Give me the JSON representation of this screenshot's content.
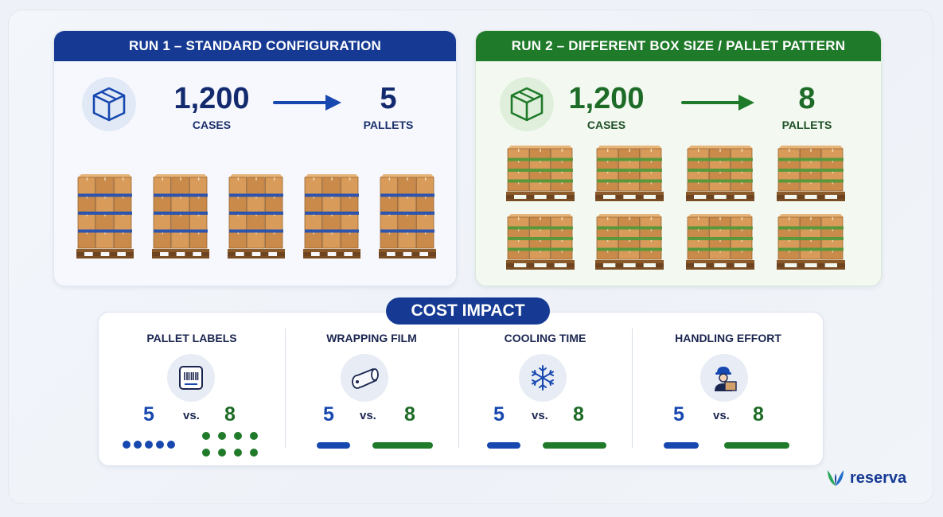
{
  "run1": {
    "title": "RUN 1 – STANDARD CONFIGURATION",
    "cases_value": "1,200",
    "cases_unit": "CASES",
    "pallets_value": "5",
    "pallets_unit": "PALLETS",
    "pallet_count": 5,
    "accent": "#163a94"
  },
  "run2": {
    "title": "RUN 2 – DIFFERENT BOX SIZE / PALLET PATTERN",
    "cases_value": "1,200",
    "cases_unit": "CASES",
    "pallets_value": "8",
    "pallets_unit": "PALLETS",
    "pallet_count": 8,
    "accent": "#1f7a2a"
  },
  "cost": {
    "title": "COST IMPACT",
    "vs_label": "vs.",
    "metrics": [
      {
        "label": "PALLET LABELS",
        "icon": "barcode-label-icon",
        "run1": "5",
        "run2": "8"
      },
      {
        "label": "WRAPPING FILM",
        "icon": "film-roll-icon",
        "run1": "5",
        "run2": "8"
      },
      {
        "label": "COOLING TIME",
        "icon": "snowflake-icon",
        "run1": "5",
        "run2": "8"
      },
      {
        "label": "HANDLING EFFORT",
        "icon": "worker-icon",
        "run1": "5",
        "run2": "8"
      }
    ]
  },
  "brand": {
    "name": "reserva",
    "color": "#163a94",
    "icon": "reserva-leaf-logo"
  }
}
